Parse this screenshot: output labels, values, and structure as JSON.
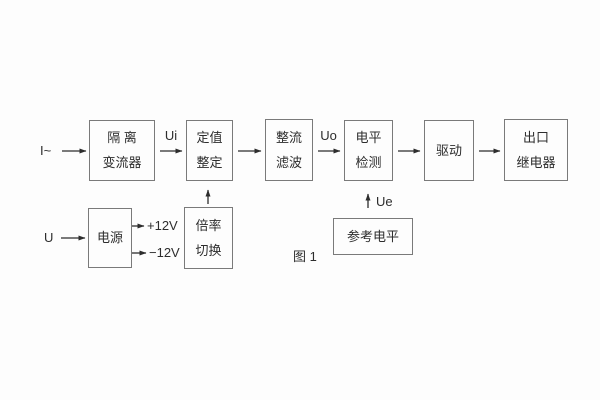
{
  "diagram": {
    "caption": "图 1",
    "inputs": {
      "current": "I~",
      "voltage": "U"
    },
    "signal_labels": {
      "ui": "Ui",
      "uo": "Uo",
      "ue": "Ue"
    },
    "power_rails": {
      "positive": "+12V",
      "negative": "−12V"
    },
    "blocks": {
      "isolation": {
        "line1": "隔 离",
        "line2": "变流器"
      },
      "setting": {
        "line1": "定值",
        "line2": "整定"
      },
      "rectifier": {
        "line1": "整流",
        "line2": "滤波"
      },
      "level": {
        "line1": "电平",
        "line2": "检测"
      },
      "drive": {
        "line1": "驱动"
      },
      "output": {
        "line1": "出口",
        "line2": "继电器"
      },
      "power": {
        "line1": "电源"
      },
      "rate": {
        "line1": "倍率",
        "line2": "切换"
      },
      "reference": {
        "line1": "参考电平"
      }
    },
    "colors": {
      "background": "#fdfdfd",
      "box_border": "#7a7a7a",
      "text": "#2d2d2d",
      "arrow": "#2d2d2d"
    }
  }
}
